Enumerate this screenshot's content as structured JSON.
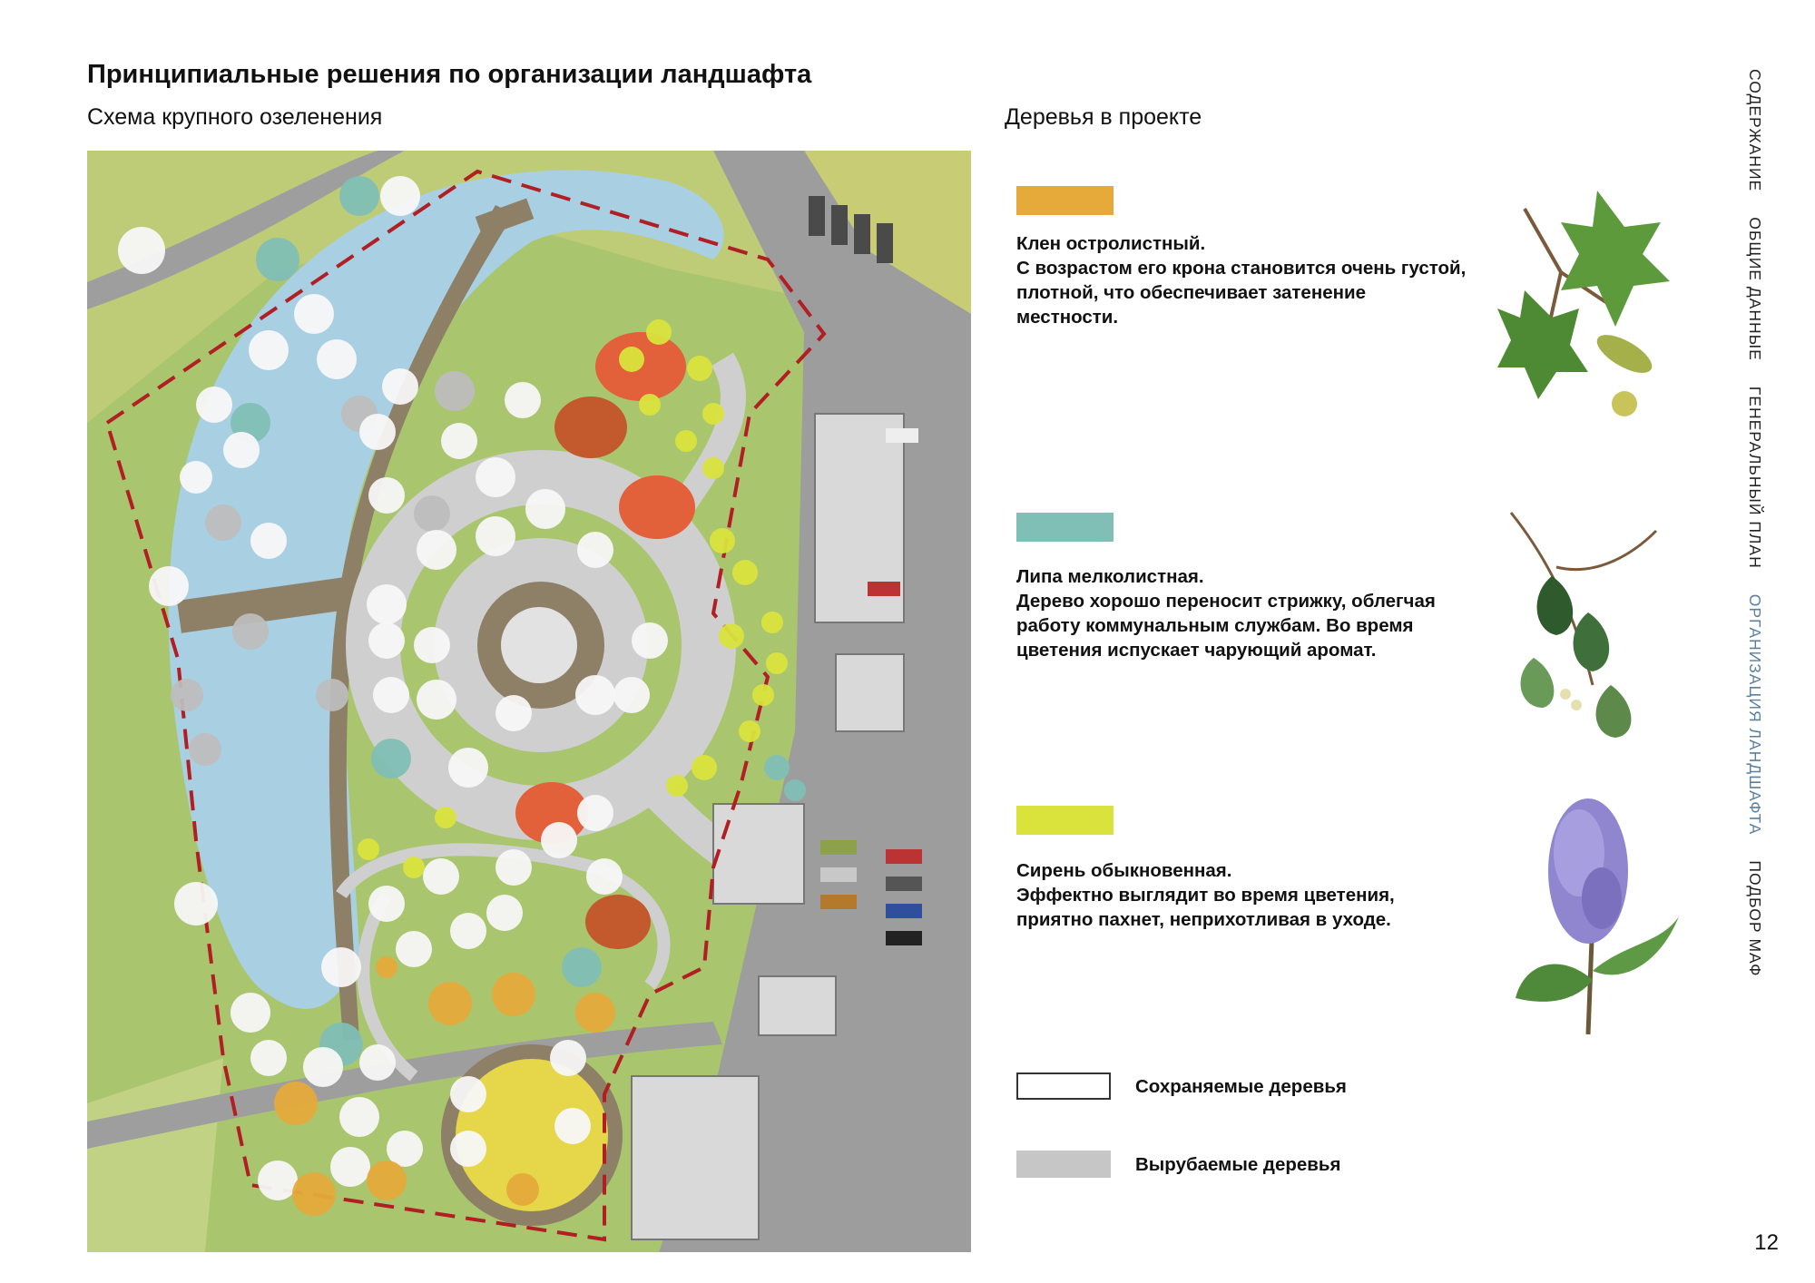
{
  "header": {
    "title": "Принципиальные решения по организации ландшафта",
    "plan_subtitle": "Схема крупного озеленения",
    "trees_subtitle": "Деревья в проекте"
  },
  "species": [
    {
      "name": "Клен остролистный.",
      "text": "С возрастом его крона становится очень густой, плотной, что обеспечивает затенение местности.",
      "color": "#e5aa3a"
    },
    {
      "name": "Липа мелколистная.",
      "text": "Дерево хорошо переносит стрижку, облегчая работу коммунальным службам. Во время цветения испускает чарующий аромат.",
      "color": "#7fbfb5"
    },
    {
      "name": "Сирень обыкновенная.",
      "text": "Эффектно выглядит во время цветения, приятно пахнет, неприхотливая в уходе.",
      "color": "#d9e33c"
    }
  ],
  "legend": [
    {
      "label": "Сохраняемые деревья",
      "color": "#ffffff"
    },
    {
      "label": "Вырубаемые деревья",
      "color": "#c6c6c6"
    }
  ],
  "side_nav": [
    "СОДЕРЖАНИЕ",
    "ОБЩИЕ ДАННЫЕ",
    "ГЕНЕРАЛЬНЫЙ ПЛАН",
    "ОРГАНИЗАЦИЯ ЛАНДШАФТА",
    "ПОДБОР МАФ"
  ],
  "side_nav_active": "ОРГАНИЗАЦИЯ ЛАНДШАФТА",
  "page_number": "12",
  "colors": {
    "grass": "#a3c46a",
    "water": "#a9cde0",
    "path": "#8c7d66",
    "plaza": "#cfcfcf",
    "boundary": "#b11f24"
  }
}
